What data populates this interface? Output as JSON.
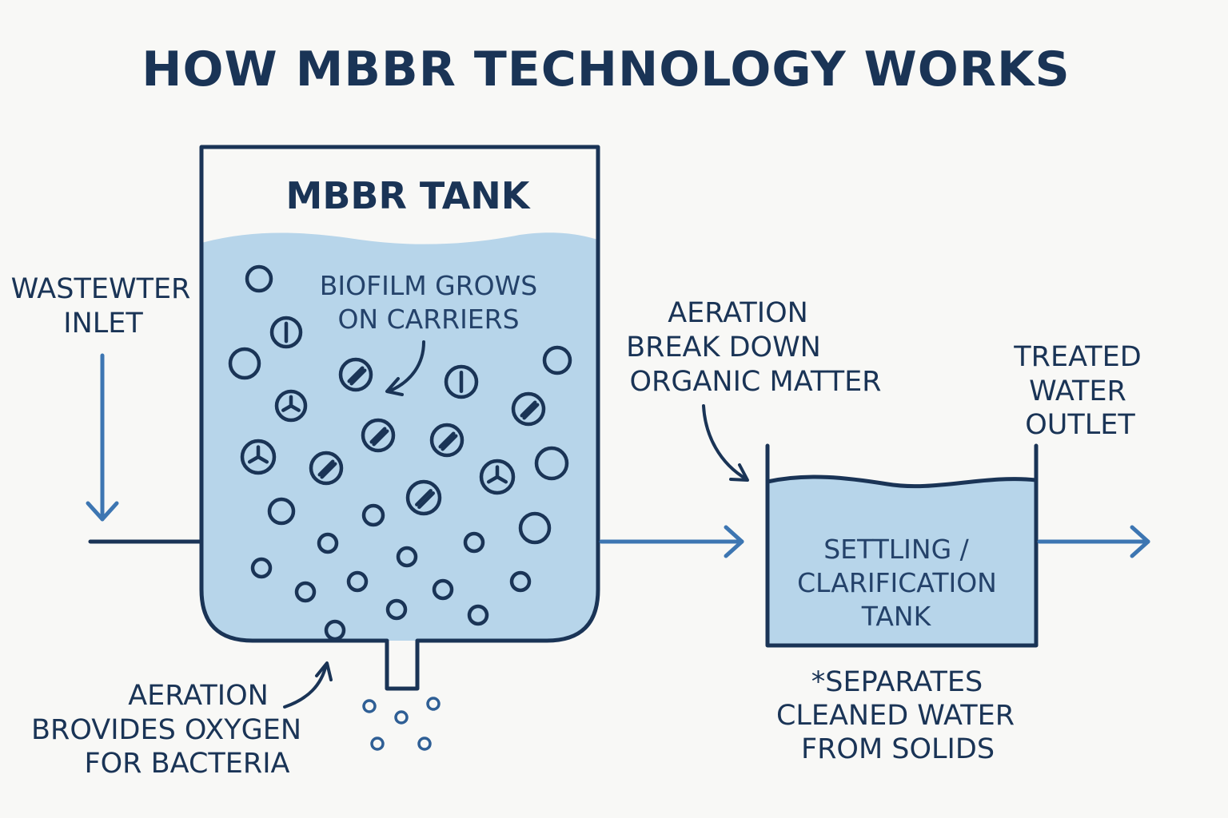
{
  "title": "HOW MBBR TECHNOLOGY WORKS",
  "colors": {
    "background": "#f8f8f6",
    "ink": "#1a3456",
    "water": "#b7d5ea",
    "flow_arrow": "#3d76b2"
  },
  "mbbr_tank": {
    "label": "MBBR TANK",
    "callout": [
      "BIOFILM GROWS",
      "ON CARRIERS"
    ]
  },
  "inlet": {
    "label": [
      "WASTEWTER",
      "INLET"
    ]
  },
  "aeration_bottom": {
    "label": [
      "AERATION",
      "BROVIDES OXYGEN",
      "FOR BACTERIA"
    ]
  },
  "aeration_right": {
    "label": [
      "AERATION",
      "BREAK DOWN",
      "ORGANIC MATTER"
    ]
  },
  "settling_tank": {
    "label": [
      "SETTLING /",
      "CLARIFICATION",
      "TANK"
    ],
    "note": [
      "*SEPARATES",
      "CLEANED WATER",
      "FROM SOLIDS"
    ]
  },
  "outlet": {
    "label": [
      "TREATED",
      "WATER",
      "OUTLET"
    ]
  },
  "icons": [
    "inlet-arrow-icon",
    "outlet-arrow-icon",
    "flow-arrow-icon",
    "carrier-icon",
    "air-bubble-icon"
  ]
}
